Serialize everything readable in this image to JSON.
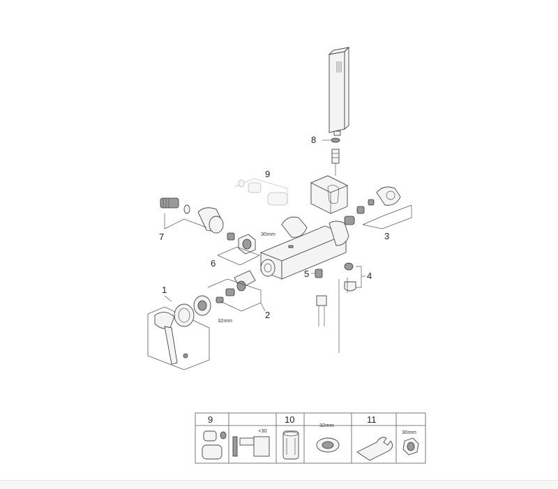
{
  "callouts": {
    "c1": "1",
    "c2": "2",
    "c3": "3",
    "c4": "4",
    "c5": "5",
    "c6": "6",
    "c7": "7",
    "c8": "8",
    "c9": "9"
  },
  "dimensions": {
    "nut_30": "30mm",
    "ring_32": "32mm"
  },
  "accessory_table": {
    "col_9": "9",
    "offset_label": "+30",
    "col_10": "10",
    "size_32": "32mm",
    "col_11": "11",
    "size_30": "30mm"
  },
  "colors": {
    "stroke": "#444444",
    "fill": "#f4f4f4",
    "ghost": "#bbbbbb"
  }
}
